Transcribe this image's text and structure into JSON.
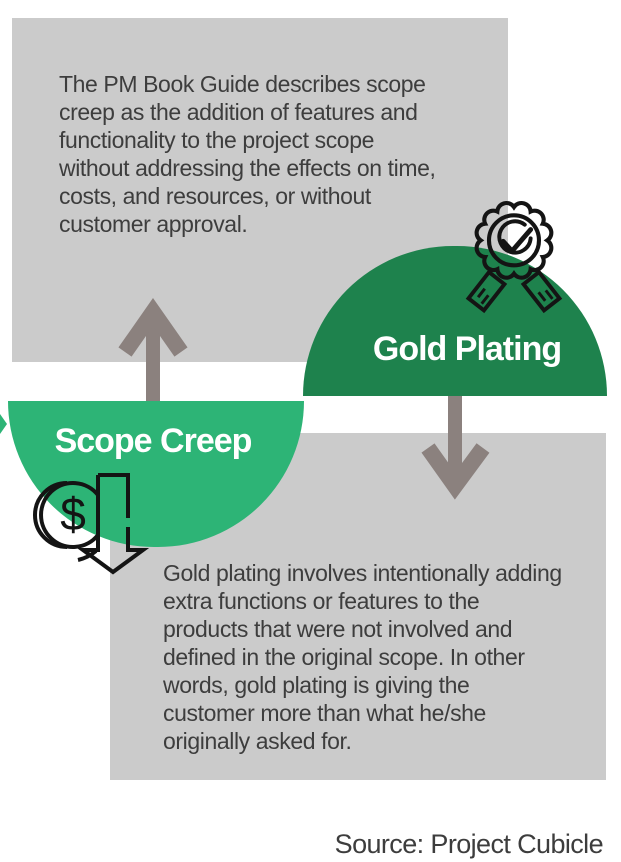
{
  "top_box": {
    "lines": [
      "The PM Book Guide describes scope",
      "creep as the addition of features and",
      "functionality to the project scope",
      "without addressing the effects on time,",
      "costs, and resources, or without",
      "customer approval."
    ]
  },
  "bottom_box": {
    "lines": [
      "Gold plating involves intentionally adding",
      "extra functions or features to the",
      "products that were not involved and",
      "defined in the original scope. In other",
      "words, gold plating is giving the",
      "customer more than what he/she",
      "originally asked for."
    ]
  },
  "labels": {
    "gold_plating": "Gold Plating",
    "scope_creep": "Scope Creep"
  },
  "source": {
    "credit": "Source: Project Cubicle"
  },
  "icons": {
    "dollar_glyph": "$",
    "award_badge": "award-ribbon-check",
    "dollar_decrease": "dollar-decrease",
    "up_arrow": "upward-arrow",
    "down_arrow": "downward-arrow"
  },
  "colors": {
    "box_gray": "#cbcbcb",
    "gold_green": "#1e824d",
    "scope_green": "#2db476",
    "arrow_taupe": "#8b817e",
    "body_text": "#3d3d3d",
    "icon_stroke": "#141414",
    "label_text": "#ffffff"
  }
}
